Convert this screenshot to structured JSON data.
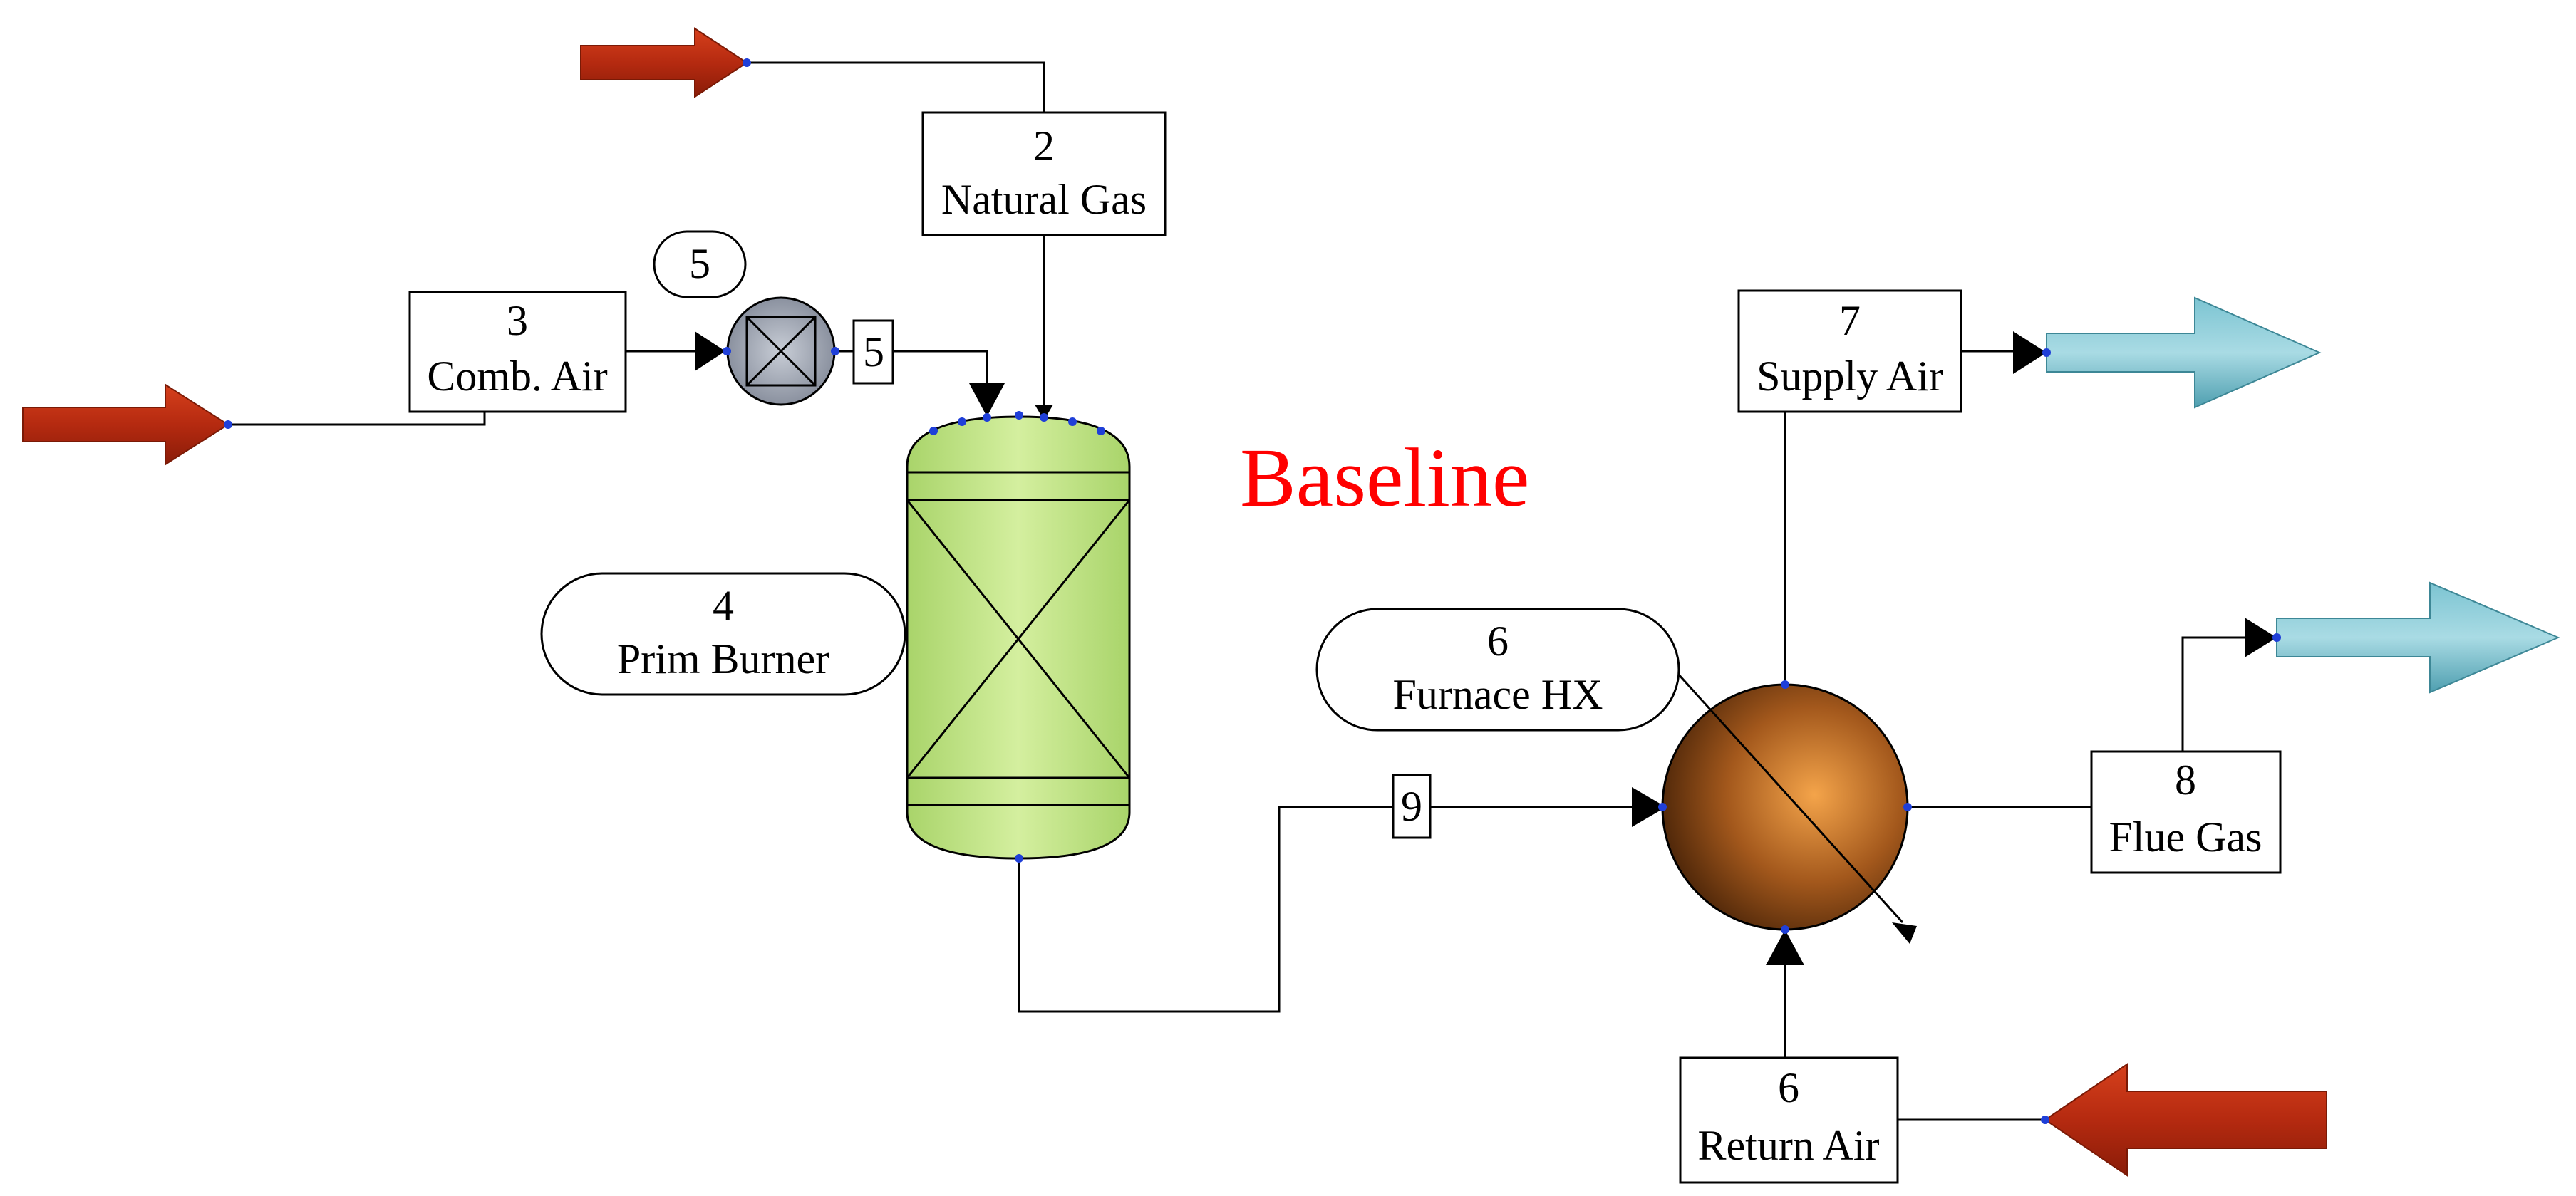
{
  "title": {
    "text": "Baseline",
    "color": "#ff0000"
  },
  "colors": {
    "feed_arrow": "#b52a10",
    "product_arrow": "#5bb0c0",
    "burner_fill": "#b6de78",
    "hx_fill": "#a35a1c"
  },
  "streams": {
    "natural_gas": {
      "number": "2",
      "name": "Natural Gas"
    },
    "comb_air": {
      "number": "3",
      "name": "Comb. Air"
    },
    "supply_air": {
      "number": "7",
      "name": "Supply Air"
    },
    "flue_gas": {
      "number": "8",
      "name": "Flue Gas"
    },
    "return_air": {
      "number": "6",
      "name": "Return Air"
    },
    "stream_5": {
      "number": "5"
    },
    "stream_9": {
      "number": "9"
    }
  },
  "units": {
    "fan": {
      "number": "5"
    },
    "prim_burner": {
      "number": "4",
      "name": "Prim Burner"
    },
    "furnace_hx": {
      "number": "6",
      "name": "Furnace HX"
    }
  }
}
